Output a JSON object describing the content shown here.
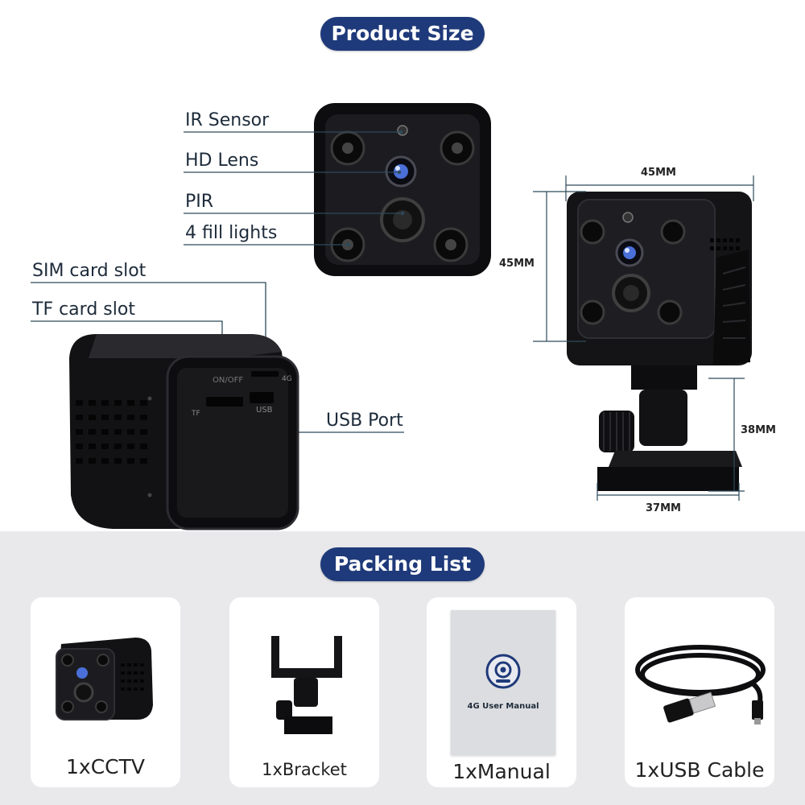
{
  "sections": {
    "product_size": "Product Size",
    "packing_list": "Packing List"
  },
  "callouts": {
    "ir_sensor": "IR Sensor",
    "hd_lens": "HD Lens",
    "pir": "PIR",
    "fill_lights": "4 fill lights",
    "sim_slot": "SIM card slot",
    "tf_slot": "TF card slot",
    "usb_port": "USB Port"
  },
  "port_labels": {
    "on_off": "ON/OFF",
    "usb": "USB",
    "tf": "TF",
    "fourg": "4G"
  },
  "dimensions": {
    "width": "45MM",
    "height": "45MM",
    "mount_height": "38MM",
    "mount_width": "37MM"
  },
  "manual_title": "4G User Manual",
  "packing_items": [
    {
      "label": "1xCCTV"
    },
    {
      "label": "1xBracket"
    },
    {
      "label": "1xManual"
    },
    {
      "label": "1xUSB Cable"
    }
  ],
  "colors": {
    "pill": "#1f3a7a",
    "lens_blue": "#4a6fd8",
    "bottom_bg": "#e9e9ec"
  }
}
